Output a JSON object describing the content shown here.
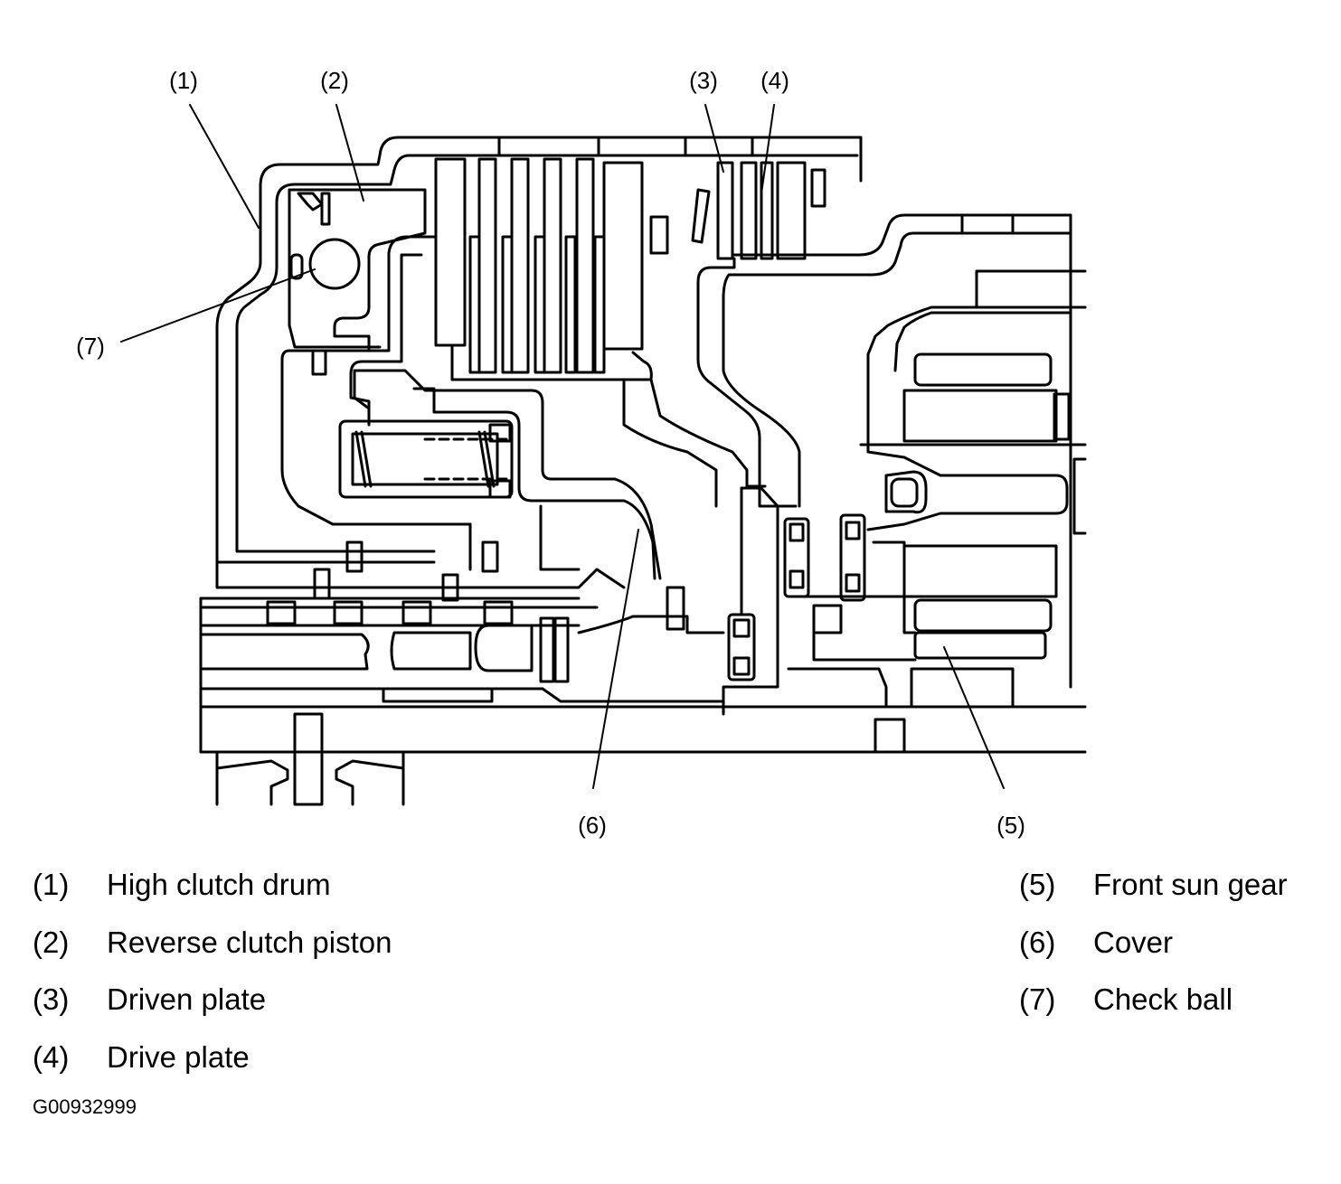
{
  "callouts": {
    "c1": "(1)",
    "c2": "(2)",
    "c3": "(3)",
    "c4": "(4)",
    "c5": "(5)",
    "c6": "(6)",
    "c7": "(7)"
  },
  "legend": {
    "left": [
      {
        "num": "(1)",
        "text": "High clutch drum"
      },
      {
        "num": "(2)",
        "text": "Reverse clutch piston"
      },
      {
        "num": "(3)",
        "text": "Driven plate"
      },
      {
        "num": "(4)",
        "text": "Drive plate"
      }
    ],
    "right": [
      {
        "num": "(5)",
        "text": "Front sun gear"
      },
      {
        "num": "(6)",
        "text": "Cover"
      },
      {
        "num": "(7)",
        "text": "Check ball"
      }
    ]
  },
  "figure_id": "G00932999"
}
